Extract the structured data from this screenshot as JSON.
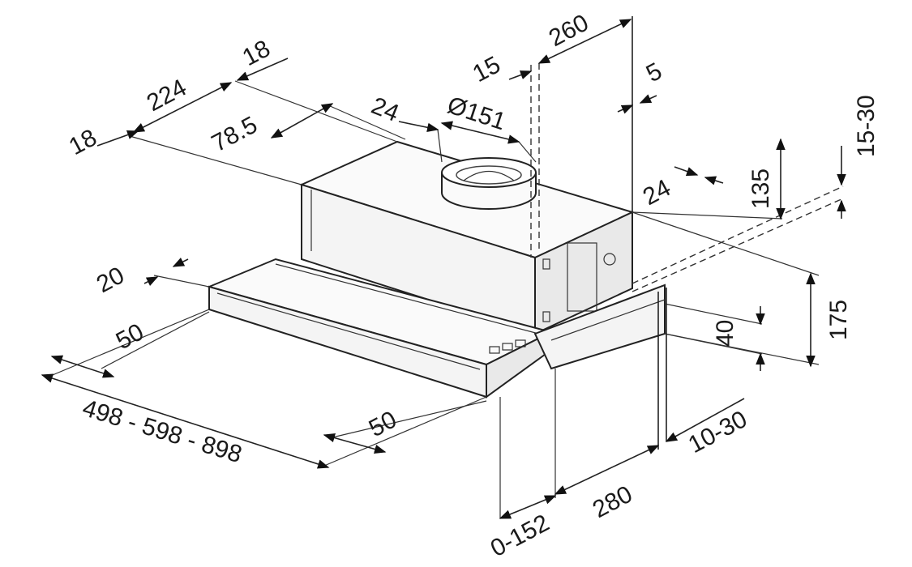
{
  "dimensions": {
    "top_left_18": "18",
    "top_224": "224",
    "top_right_18": "18",
    "top_78_5": "78.5",
    "top_24": "24",
    "duct_diameter": "Ø151",
    "top_15": "15",
    "top_260": "260",
    "top_5": "5",
    "side_24": "24",
    "side_135": "135",
    "side_15_30": "15-30",
    "front_20": "20",
    "front_50_left": "50",
    "width_range": "498 - 598 - 898",
    "front_50_right": "50",
    "height_40": "40",
    "height_175": "175",
    "depth_10_30": "10-30",
    "depth_280": "280",
    "extension_0_152": "0-152"
  }
}
